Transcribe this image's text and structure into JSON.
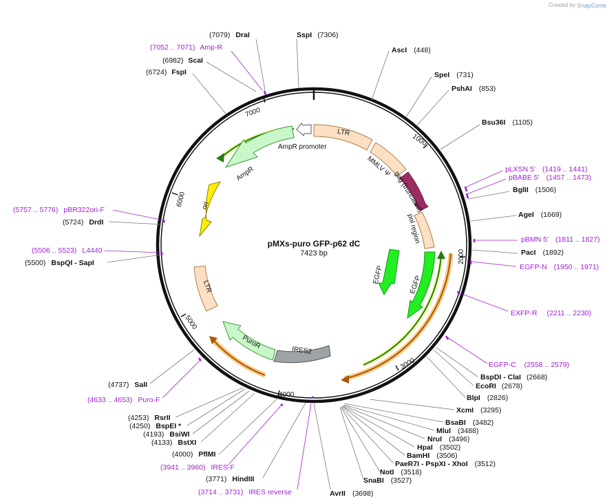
{
  "plasmid": {
    "name": "pMXs-puro GFP-p62 dC",
    "length": "7423 bp",
    "total_bp": 7423
  },
  "branding": {
    "created_by": "Created by",
    "product": "SnapGene"
  },
  "ticks": [
    "1000",
    "2000",
    "3000",
    "4000",
    "5000",
    "6000",
    "7000"
  ],
  "features": [
    {
      "id": "ltr1",
      "label": "LTR",
      "color": "#fbe0c4",
      "stroke": "#b07a4a"
    },
    {
      "id": "psi",
      "label": "MMLV Ψ",
      "color": "#fbe0c4",
      "stroke": "#b07a4a"
    },
    {
      "id": "gag",
      "label": "gag (truncated)",
      "color": "#9b2d62",
      "stroke": "#6b1d42"
    },
    {
      "id": "pol",
      "label": "pol region",
      "color": "#fbe0c4",
      "stroke": "#b07a4a"
    },
    {
      "id": "egfp1",
      "label": "EGFP",
      "color": "#22ee22",
      "stroke": "#119911"
    },
    {
      "id": "egfp2",
      "label": "EGFP",
      "color": "#22ee22",
      "stroke": "#119911"
    },
    {
      "id": "ires",
      "label": "IRES2",
      "color": "#9ea3a8",
      "stroke": "#555"
    },
    {
      "id": "puror",
      "label": "PuroR",
      "color": "#c9f7c9",
      "stroke": "#3a9a3a"
    },
    {
      "id": "ltr2",
      "label": "LTR",
      "color": "#fbe0c4",
      "stroke": "#b07a4a"
    },
    {
      "id": "ori",
      "label": "ori",
      "color": "#ffee00",
      "stroke": "#8a8000"
    },
    {
      "id": "ampr",
      "label": "AmpR",
      "color": "#c9f7c9",
      "stroke": "#3a9a3a"
    },
    {
      "id": "amppro",
      "label": "AmpR promoter",
      "color": "#ffffff",
      "stroke": "#555"
    }
  ],
  "labels": [
    {
      "name": "DraI",
      "pos": "(7079)",
      "type": "enzyme"
    },
    {
      "name": "SspI",
      "pos": "(7306)",
      "type": "enzyme"
    },
    {
      "name": "Amp-R",
      "pos": "(7052 .. 7071)",
      "type": "primer"
    },
    {
      "name": "ScaI",
      "pos": "(6982)",
      "type": "enzyme"
    },
    {
      "name": "FspI",
      "pos": "(6724)",
      "type": "enzyme"
    },
    {
      "name": "AscI",
      "pos": "(448)",
      "type": "enzyme"
    },
    {
      "name": "SpeI",
      "pos": "(731)",
      "type": "enzyme"
    },
    {
      "name": "PshAI",
      "pos": "(853)",
      "type": "enzyme"
    },
    {
      "name": "Bsu36I",
      "pos": "(1105)",
      "type": "enzyme"
    },
    {
      "name": "pLXSN 5'",
      "pos": "(1419 .. 1441)",
      "type": "primer"
    },
    {
      "name": "pBABE 5'",
      "pos": "(1457 .. 1473)",
      "type": "primer"
    },
    {
      "name": "BglII",
      "pos": "(1506)",
      "type": "enzyme"
    },
    {
      "name": "AgeI",
      "pos": "(1669)",
      "type": "enzyme"
    },
    {
      "name": "pBMN 5'",
      "pos": "(1811 .. 1827)",
      "type": "primer"
    },
    {
      "name": "PacI",
      "pos": "(1892)",
      "type": "enzyme"
    },
    {
      "name": "EGFP-N",
      "pos": "(1950 .. 1971)",
      "type": "primer"
    },
    {
      "name": "EXFP-R",
      "pos": "(2211 .. 2230)",
      "type": "primer"
    },
    {
      "name": "EGFP-C",
      "pos": "(2558 .. 2579)",
      "type": "primer"
    },
    {
      "name": "BspDI - ClaI",
      "pos": "(2668)",
      "type": "enzyme"
    },
    {
      "name": "EcoRI",
      "pos": "(2678)",
      "type": "enzyme"
    },
    {
      "name": "BlpI",
      "pos": "(2826)",
      "type": "enzyme"
    },
    {
      "name": "XcmI",
      "pos": "(3295)",
      "type": "enzyme"
    },
    {
      "name": "BsaBI",
      "pos": "(3482)",
      "type": "enzyme"
    },
    {
      "name": "MluI",
      "pos": "(3488)",
      "type": "enzyme"
    },
    {
      "name": "NruI",
      "pos": "(3496)",
      "type": "enzyme"
    },
    {
      "name": "HpaI",
      "pos": "(3502)",
      "type": "enzyme"
    },
    {
      "name": "BamHI",
      "pos": "(3506)",
      "type": "enzyme"
    },
    {
      "name": "PaeR7I - PspXI - XhoI",
      "pos": "(3512)",
      "type": "enzyme"
    },
    {
      "name": "NotI",
      "pos": "(3518)",
      "type": "enzyme"
    },
    {
      "name": "SnaBI",
      "pos": "(3527)",
      "type": "enzyme"
    },
    {
      "name": "AvrII",
      "pos": "(3698)",
      "type": "enzyme"
    },
    {
      "name": "IRES reverse",
      "pos": "(3714 .. 3731)",
      "type": "primer"
    },
    {
      "name": "HindIII",
      "pos": "(3771)",
      "type": "enzyme"
    },
    {
      "name": "IRES-F",
      "pos": "(3941 .. 3960)",
      "type": "primer"
    },
    {
      "name": "PflMI",
      "pos": "(4000)",
      "type": "enzyme"
    },
    {
      "name": "BstXI",
      "pos": "(4133)",
      "type": "enzyme"
    },
    {
      "name": "BsiWI",
      "pos": "(4193)",
      "type": "enzyme"
    },
    {
      "name": "BspEI *",
      "pos": "(4250)",
      "type": "enzyme"
    },
    {
      "name": "RsrII",
      "pos": "(4253)",
      "type": "enzyme"
    },
    {
      "name": "Puro-F",
      "pos": "(4633 .. 4653)",
      "type": "primer"
    },
    {
      "name": "SalI",
      "pos": "(4737)",
      "type": "enzyme"
    },
    {
      "name": "BspQI - SapI",
      "pos": "(5500)",
      "type": "enzyme"
    },
    {
      "name": "L4440",
      "pos": "(5506 .. 5523)",
      "type": "primer"
    },
    {
      "name": "DrdI",
      "pos": "(5724)",
      "type": "enzyme"
    },
    {
      "name": "pBR322ori-F",
      "pos": "(5757 .. 5776)",
      "type": "primer"
    }
  ]
}
